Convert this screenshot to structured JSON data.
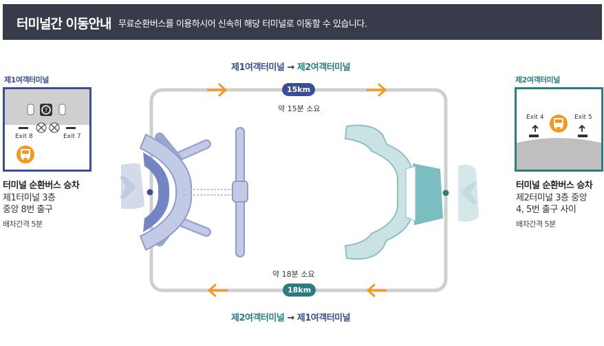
{
  "header": {
    "title": "터미널간 이동안내",
    "subtitle": "무료순환버스를 이용하시어 신속히 해당 터미널로 이동할 수 있습니다."
  },
  "routes": {
    "t1_to_t2": {
      "from": "제1여객터미널",
      "arrow": "→",
      "to": "제2여객터미널",
      "distance": "15km",
      "duration": "약 15분 소요"
    },
    "t2_to_t1": {
      "from": "제2여객터미널",
      "arrow": "→",
      "to": "제1여객터미널",
      "distance": "18km",
      "duration": "약 18분 소요"
    }
  },
  "terminal1": {
    "label": "제1여객터미널",
    "exits": [
      "Exit 8",
      "Exit 7"
    ],
    "info_title": "터미널 순환버스 승차",
    "info_lines": [
      "제1터미널 3층",
      "중앙 8번 출구"
    ],
    "interval": "배차간격 5분"
  },
  "terminal2": {
    "label": "제2여객터미널",
    "exits": [
      "Exit 4",
      "Exit 5"
    ],
    "info_title": "터미널 순환버스 승차",
    "info_lines": [
      "제2터미널 3층 중앙",
      "4, 5번 출구 사이"
    ],
    "interval": "배차간격 5분"
  },
  "icons": {
    "bus": "bus-icon",
    "info": "info-icon",
    "arrow_right": "arrow-right-icon",
    "arrow_left": "arrow-left-icon",
    "arrow_up": "arrow-up-icon",
    "car": "car-icon",
    "no_entry": "no-entry-icon",
    "airplane": "airplane-icon"
  },
  "colors": {
    "header_bg": "#383c4a",
    "t1_blue": "#3b4e93",
    "t2_teal": "#2a7e80",
    "arrow_orange": "#f39a1e",
    "route_gray": "#cfcfcf"
  }
}
